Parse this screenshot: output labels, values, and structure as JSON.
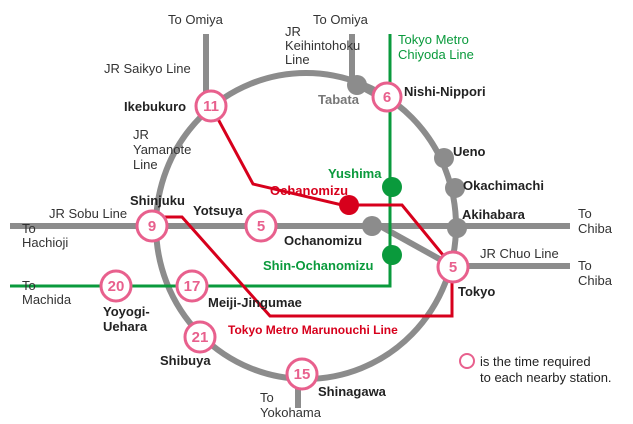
{
  "colors": {
    "gray_line": "#8c8c8c",
    "green_line": "#0a9a3c",
    "red_line": "#d7001c",
    "badge_stroke": "#e8608d"
  },
  "line_labels": {
    "to_omiya_left": "To Omiya",
    "to_omiya_right": "To Omiya",
    "jr_keihintohoku_1": "JR",
    "jr_keihintohoku_2": "Keihintohoku",
    "jr_keihintohoku_3": "Line",
    "tokyo_metro_chiyoda_1": "Tokyo Metro",
    "tokyo_metro_chiyoda_2": "Chiyoda Line",
    "jr_saikyo": "JR Saikyo Line",
    "jr_yamanote_1": "JR",
    "jr_yamanote_2": "Yamanote",
    "jr_yamanote_3": "Line",
    "jr_sobu": "JR Sobu Line",
    "to_hachioji_1": "To",
    "to_hachioji_2": "Hachioji",
    "to_machida_1": "To",
    "to_machida_2": "Machida",
    "to_chiba_1a": "To",
    "to_chiba_1b": "Chiba",
    "to_chiba_2a": "To",
    "to_chiba_2b": "Chiba",
    "jr_chuo": "JR Chuo Line",
    "to_yokohama_1": "To",
    "to_yokohama_2": "Yokohama",
    "marunouchi": "Tokyo Metro Marunouchi Line"
  },
  "stations": {
    "tabata": "Tabata",
    "nishi_nippori": "Nishi-Nippori",
    "ikebukuro": "Ikebukuro",
    "ueno": "Ueno",
    "yushima": "Yushima",
    "okachimachi": "Okachimachi",
    "ochanomizu_red": "Ochanomizu",
    "shinjuku": "Shinjuku",
    "yotsuya": "Yotsuya",
    "akihabara": "Akihabara",
    "ochanomizu_gray": "Ochanomizu",
    "shin_ochanomizu": "Shin-Ochanomizu",
    "tokyo": "Tokyo",
    "meiji_jingumae": "Meiji-Jingumae",
    "yoyogi_uehara_1": "Yoyogi-",
    "yoyogi_uehara_2": "Uehara",
    "shibuya": "Shibuya",
    "shinagawa": "Shinagawa"
  },
  "badges": {
    "ikebukuro": "11",
    "nishi_nippori": "6",
    "shinjuku": "9",
    "yotsuya": "5",
    "tokyo": "5",
    "yoyogi_uehara": "20",
    "meiji_jingumae": "17",
    "shibuya": "21",
    "shinagawa": "15"
  },
  "legend": {
    "line1": "is the time required",
    "line2": "to each nearby station."
  }
}
